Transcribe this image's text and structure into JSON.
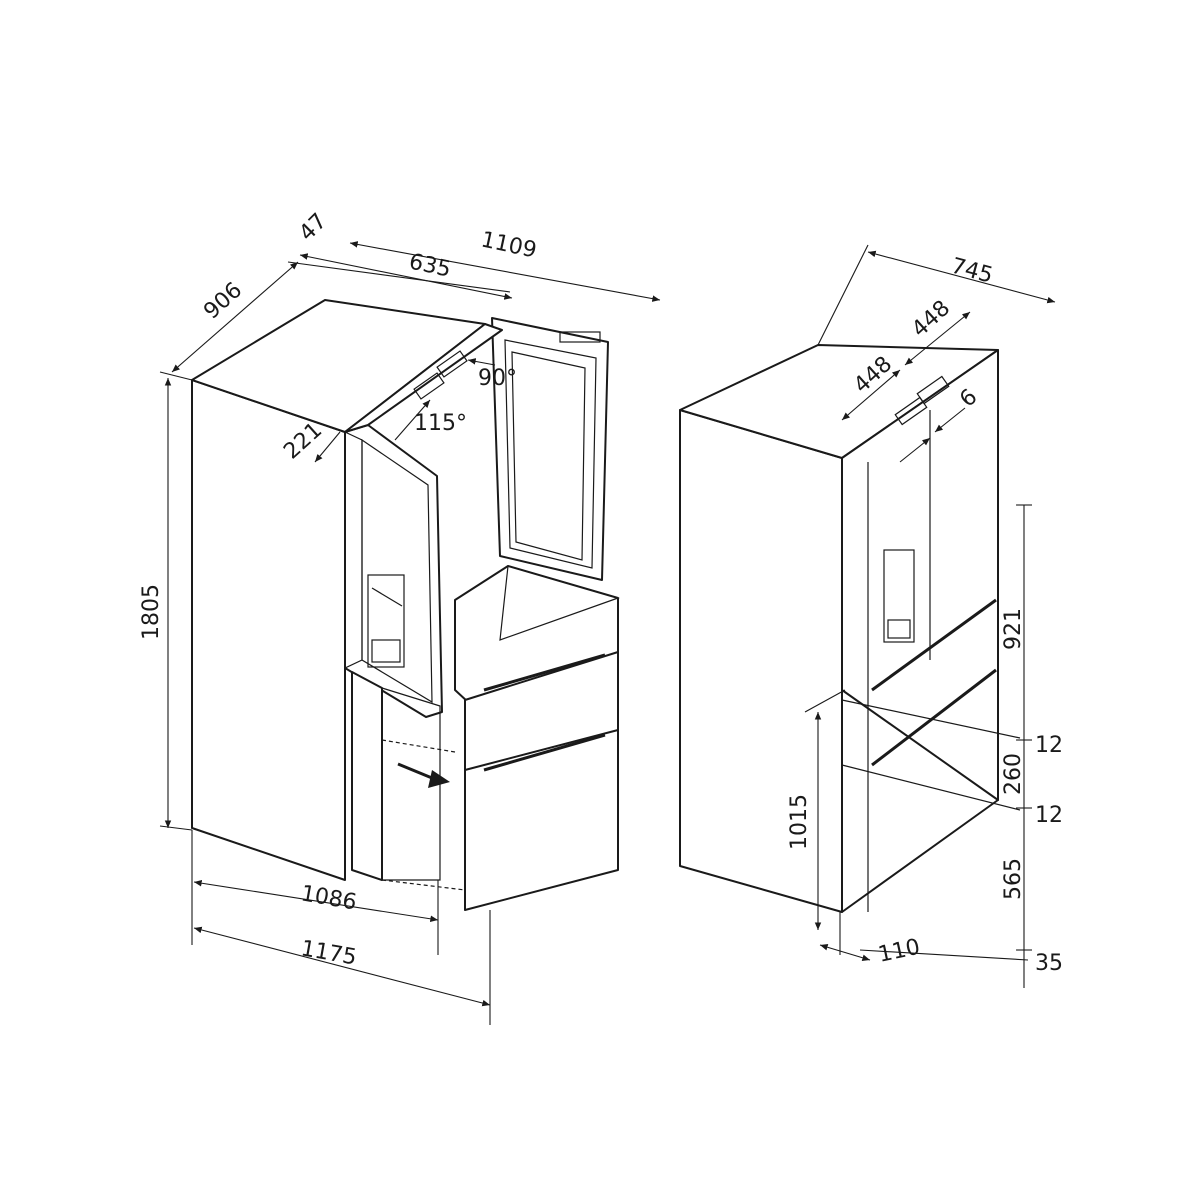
{
  "dimensions": {
    "left_view": {
      "depth_total": "906",
      "door_thickness": "47",
      "width_door": "635",
      "width_open": "1109",
      "angle_small": "90°",
      "angle_large": "115°",
      "door_protrusion": "221",
      "height": "1805",
      "depth_drawer_open": "1086",
      "depth_open_total": "1175"
    },
    "right_view": {
      "width": "745",
      "door_left": "448",
      "door_right": "448",
      "gap": "6",
      "top_section": "921",
      "gap_upper": "12",
      "drawer_mid": "260",
      "gap_lower": "12",
      "drawer_low": "565",
      "base": "35",
      "handle_height": "1015",
      "handle_depth": "110"
    }
  }
}
